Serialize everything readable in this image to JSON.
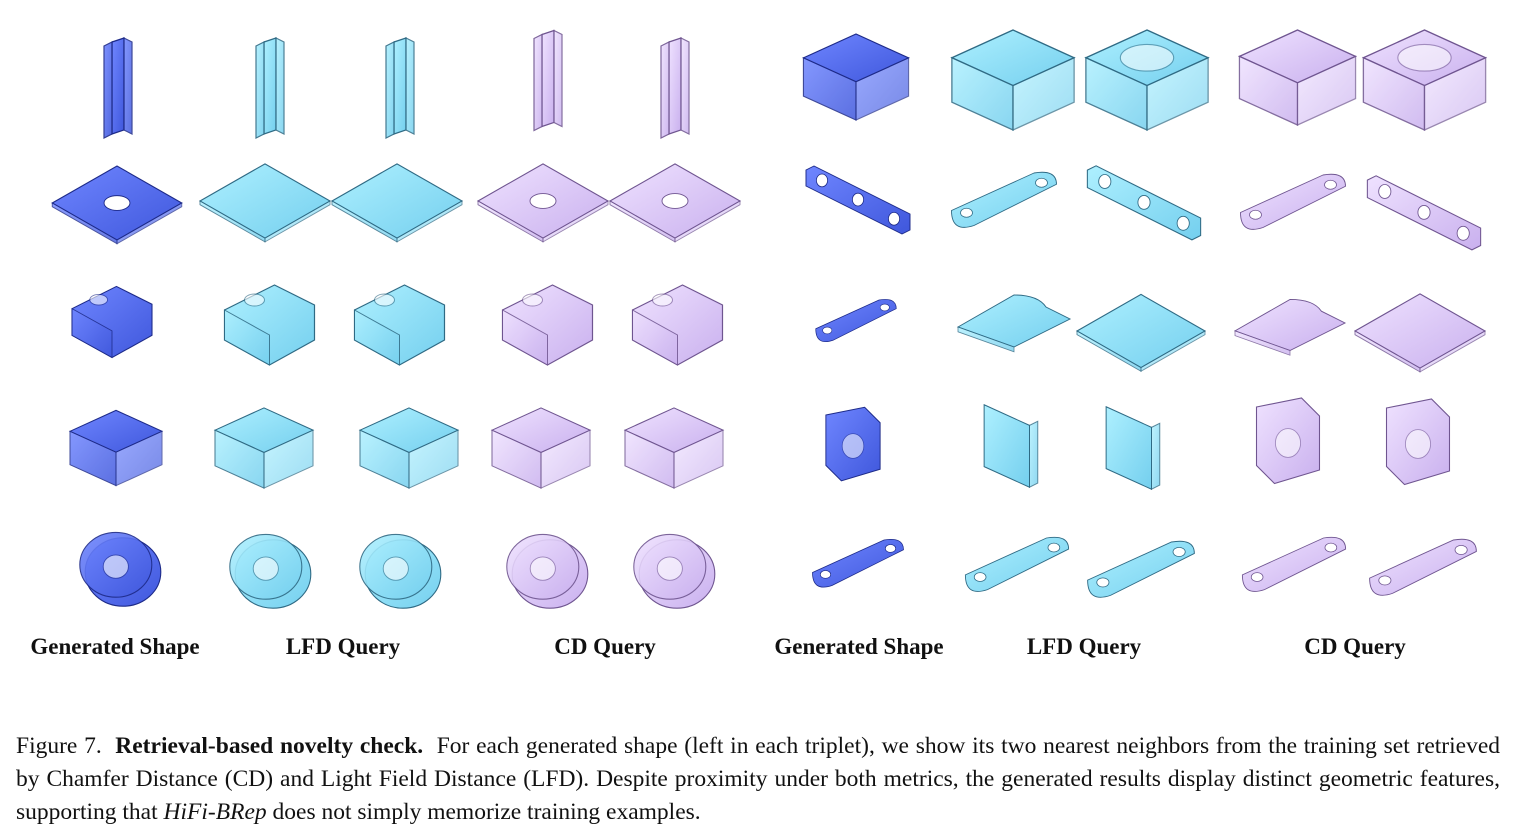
{
  "column_labels": {
    "left": {
      "generated": "Generated Shape",
      "lfd": "LFD Query",
      "cd": "CD Query"
    },
    "right": {
      "generated": "Generated Shape",
      "lfd": "LFD Query",
      "cd": "CD Query"
    }
  },
  "caption": {
    "figure_label": "Figure 7.",
    "title": "Retrieval-based novelty check.",
    "text_1": "For each generated shape (left in each triplet), we show its two nearest neighbors from the training set retrieved by Chamfer Distance (CD) and Light Field Distance (LFD). Despite proximity under both metrics, the generated results display distinct geometric features, supporting that",
    "method": "HiFi-BRep",
    "text_2": "does not simply memorize training examples."
  },
  "colors": {
    "generated": "#4d6cf0",
    "lfd": "#8fe0f5",
    "cd": "#dcc8f5"
  }
}
